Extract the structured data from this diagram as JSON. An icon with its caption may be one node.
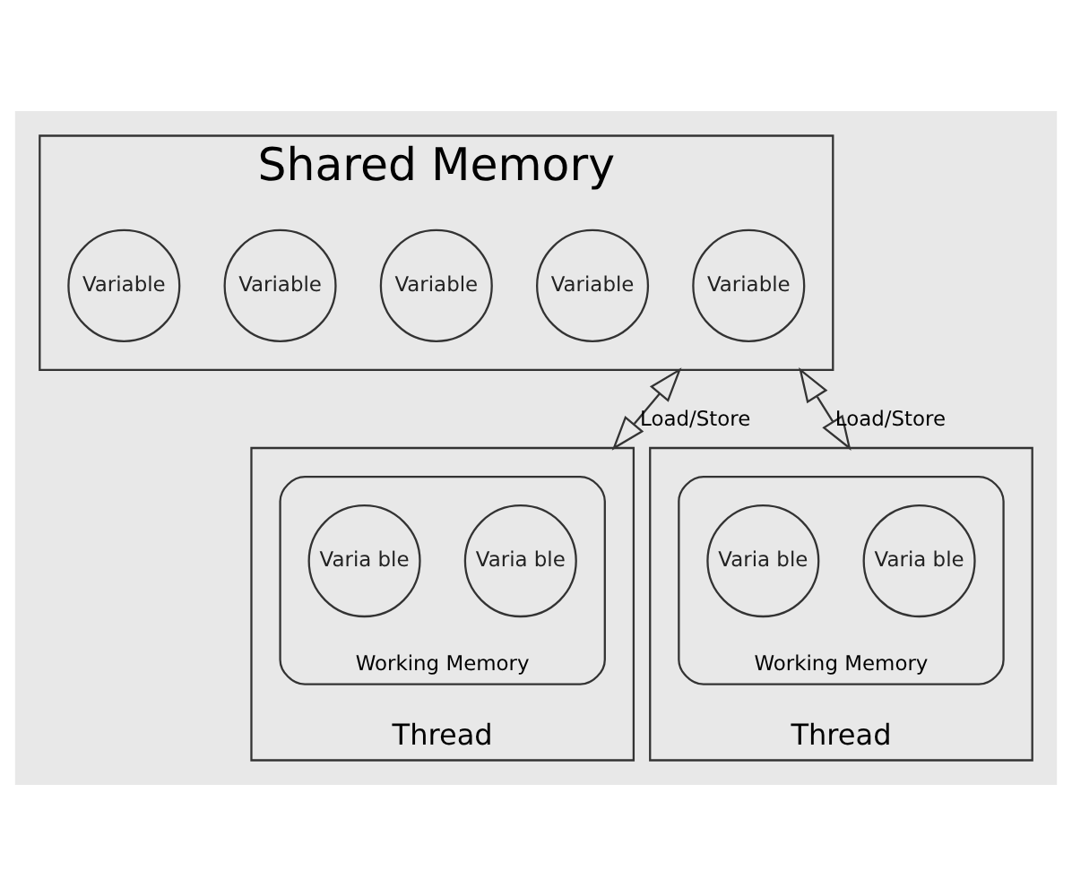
{
  "diagram": {
    "nodes": [
      {
        "text": [
          "Shared Memory"
        ]
      },
      {
        "text": [
          "Variable"
        ],
        "in": 0
      },
      {
        "text": [
          "Variable"
        ],
        "in": 0
      },
      {
        "text": [
          "Variable"
        ],
        "in": 0
      },
      {
        "text": [
          "Variable"
        ],
        "in": 0
      },
      {
        "text": [
          "Variable"
        ],
        "in": 0
      },
      {
        "text": [
          "Thread"
        ]
      },
      {
        "text": [
          "Working Memory"
        ],
        "in": 6
      },
      {
        "text": [
          "Varia ble"
        ],
        "in": 7
      },
      {
        "text": [
          "Varia ble"
        ],
        "in": 7
      },
      {
        "text": [
          "Thread"
        ]
      },
      {
        "text": [
          "Working Memory"
        ],
        "in": 10
      },
      {
        "text": [
          "Varia ble"
        ],
        "in": 11
      },
      {
        "text": [
          "Varia ble"
        ],
        "in": 11
      }
    ],
    "edges": [
      {
        "from": 0,
        "to": 6,
        "arrow": "both",
        "label": "Load/Store"
      },
      {
        "from": 0,
        "to": 10,
        "arrow": "both",
        "label": "Load/Store"
      }
    ]
  }
}
